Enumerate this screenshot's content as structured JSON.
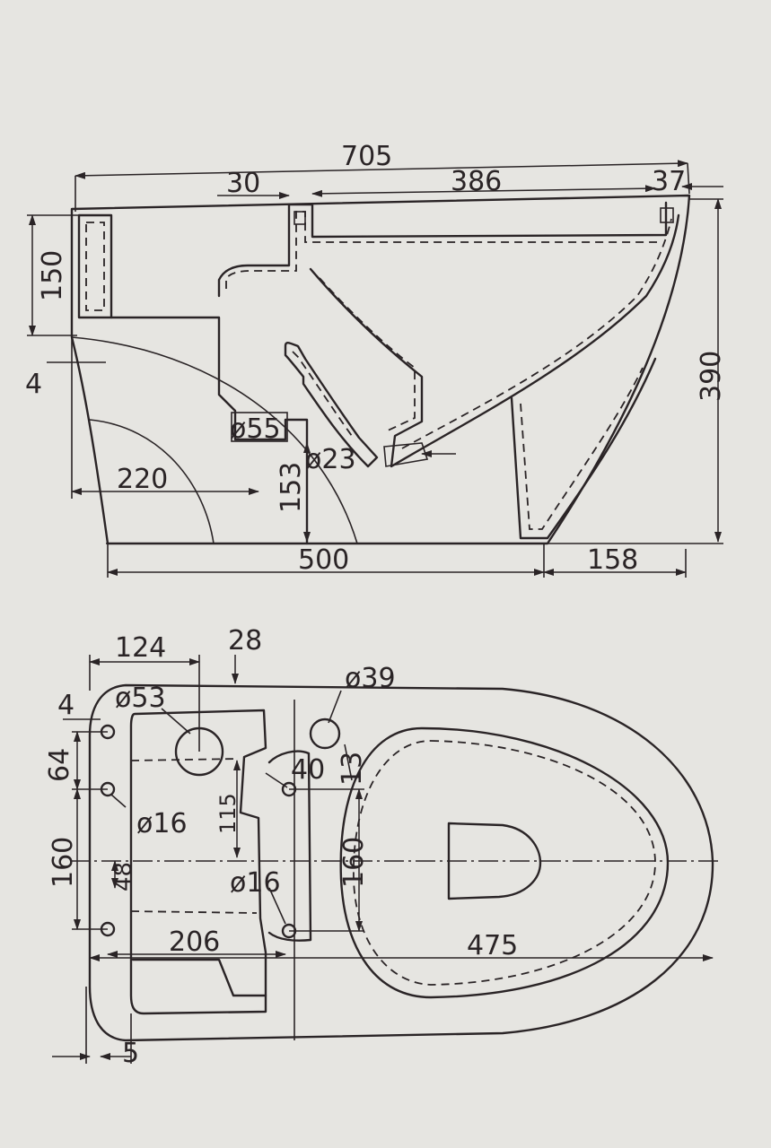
{
  "side_view": {
    "dims": {
      "overall_length": "705",
      "top_offset": "30",
      "bowl_top": "386",
      "rim_offset": "37",
      "tank_height": "150",
      "gap": "4",
      "height": "390",
      "outlet_diameter": "ø55",
      "inlet_diameter": "ø23",
      "outlet_height": "153",
      "outlet_distance": "220",
      "base_length": "500",
      "front_overhang": "158"
    }
  },
  "top_view": {
    "dims": {
      "tank_width": "124",
      "wall_offset": "28",
      "water_inlet_diameter": "ø39",
      "edge_gap": "4",
      "flush_diameter": "ø53",
      "hole_spacing_top": "64",
      "bolt_hole_diameter_a": "ø16",
      "inner_depth": "115",
      "offset_40": "40",
      "offset_13": "13",
      "hole_spacing_side": "160",
      "center_offset": "48",
      "bolt_hole_diameter_b": "ø16",
      "hole_spacing_front": "160",
      "tank_depth": "206",
      "bowl_length": "475",
      "back_gap": "5"
    }
  }
}
